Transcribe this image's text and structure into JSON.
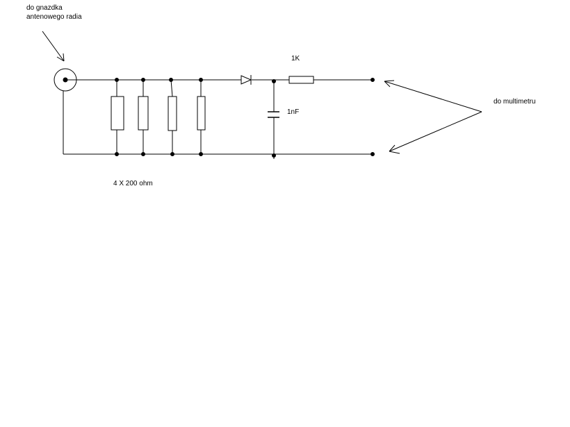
{
  "labels": {
    "antenna_line1": "do gnazdka",
    "antenna_line2": "antenowego radia",
    "resistor_1k": "1K",
    "capacitor": "1nF",
    "multimeter": "do multimetru",
    "resistor_bank": "4 X 200 ohm"
  },
  "colors": {
    "line": "#000000",
    "background": "#ffffff"
  }
}
